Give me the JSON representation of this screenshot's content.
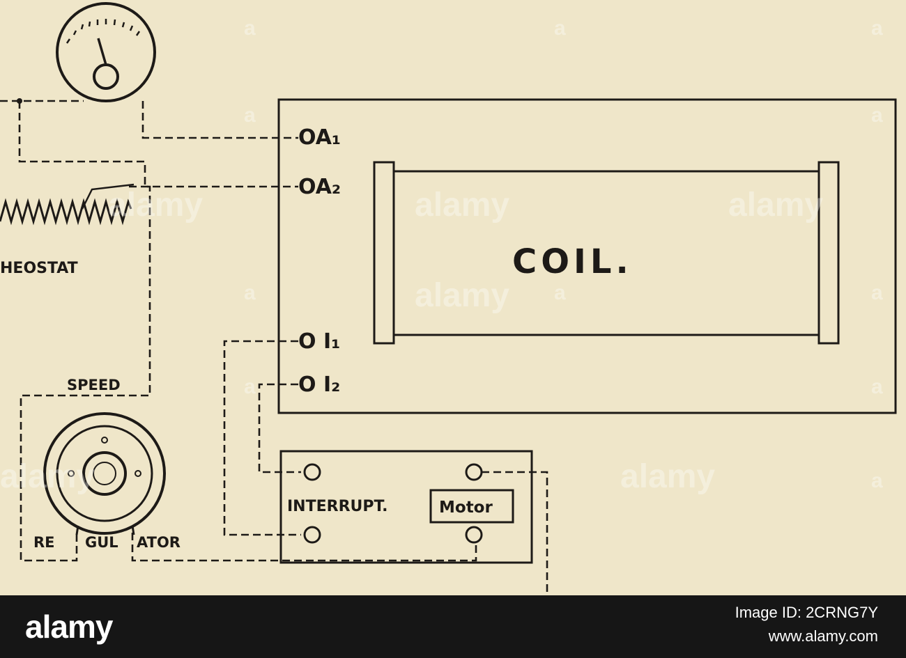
{
  "diagram": {
    "terminals": {
      "a1": "OA₁",
      "a2": "OA₂",
      "i1": "O I₁",
      "i2": "O I₂"
    },
    "coil_label": "COIL.",
    "rheostat_label": "HEOSTAT",
    "speed_label": "SPEED",
    "regulator_parts": [
      "RE",
      "GUL",
      "ATOR"
    ],
    "interrupter_label": "INTERRUPT.",
    "motor_label": "Motor"
  },
  "watermark": {
    "text": "alamy",
    "letter": "a"
  },
  "footer": {
    "brand": "alamy",
    "image_id": "Image ID: 2CRNG7Y",
    "url": "www.alamy.com"
  }
}
